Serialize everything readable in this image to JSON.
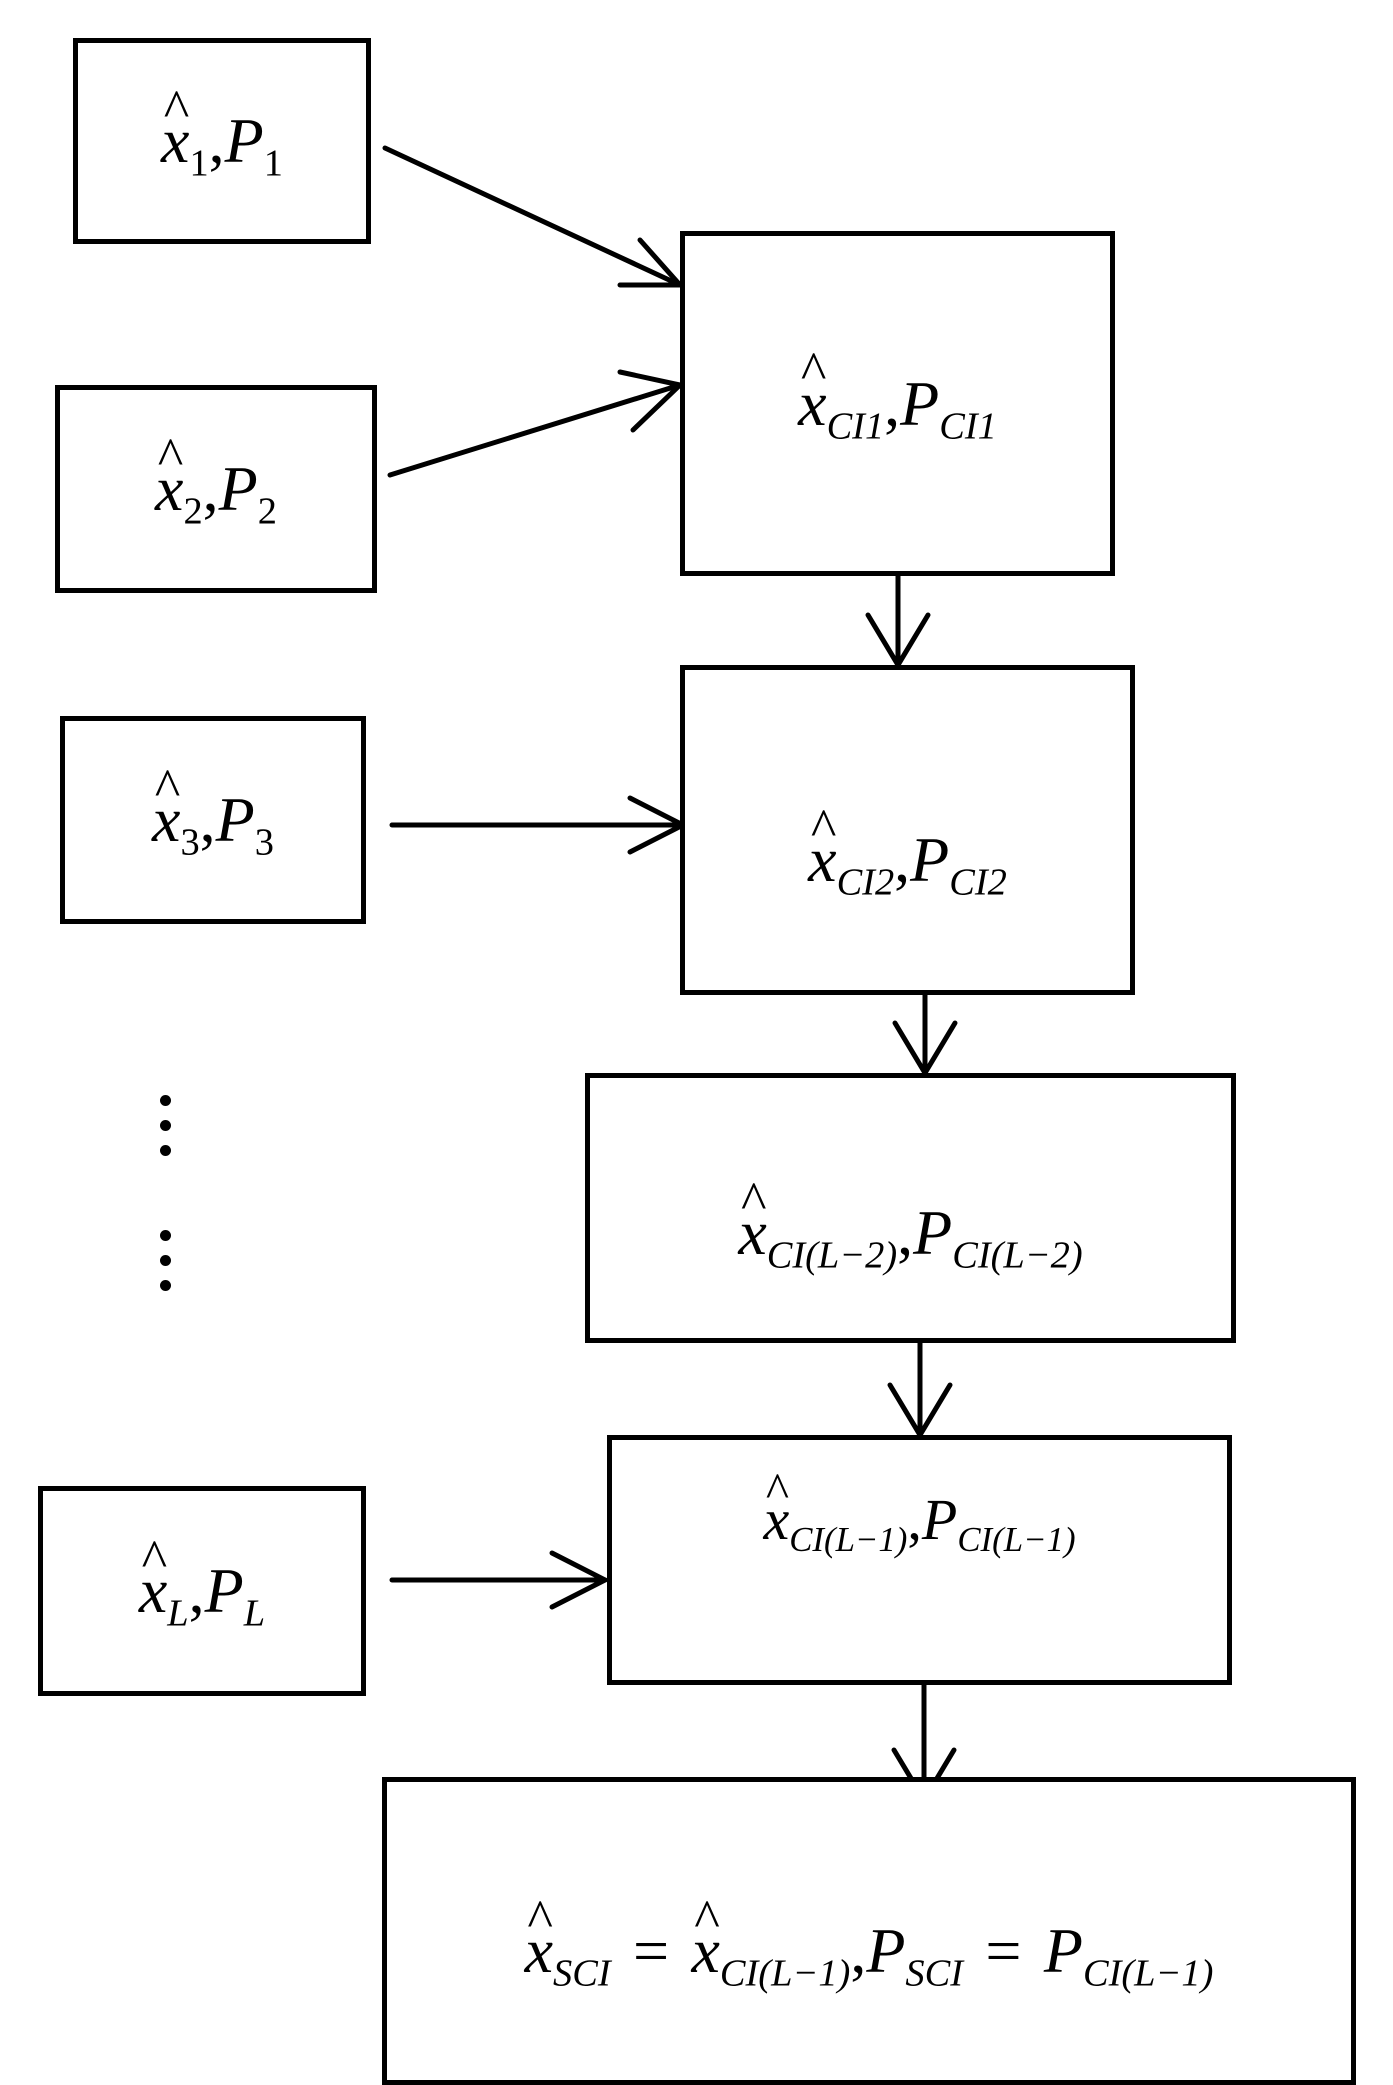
{
  "inputs": [
    {
      "x": "x",
      "xsub": "1",
      "p": "P",
      "psub": "1"
    },
    {
      "x": "x",
      "xsub": "2",
      "p": "P",
      "psub": "2"
    },
    {
      "x": "x",
      "xsub": "3",
      "p": "P",
      "psub": "3"
    },
    {
      "x": "x",
      "xsub": "L",
      "p": "P",
      "psub": "L"
    }
  ],
  "fusion": [
    {
      "x": "x",
      "xsub": "CI1",
      "p": "P",
      "psub": "CI1"
    },
    {
      "x": "x",
      "xsub": "CI2",
      "p": "P",
      "psub": "CI2"
    },
    {
      "x": "x",
      "xsub": "CI(L−2)",
      "p": "P",
      "psub": "CI(L−2)"
    },
    {
      "x": "x",
      "xsub": "CI(L−1)",
      "p": "P",
      "psub": "CI(L−1)"
    }
  ],
  "result": {
    "x": "x",
    "xsub": "SCI",
    "eq": "=",
    "x2": "x",
    "x2sub": "CI(L−1)",
    "p": "P",
    "psub": "SCI",
    "p2": "P",
    "p2sub": "CI(L−1)"
  },
  "separator": ","
}
